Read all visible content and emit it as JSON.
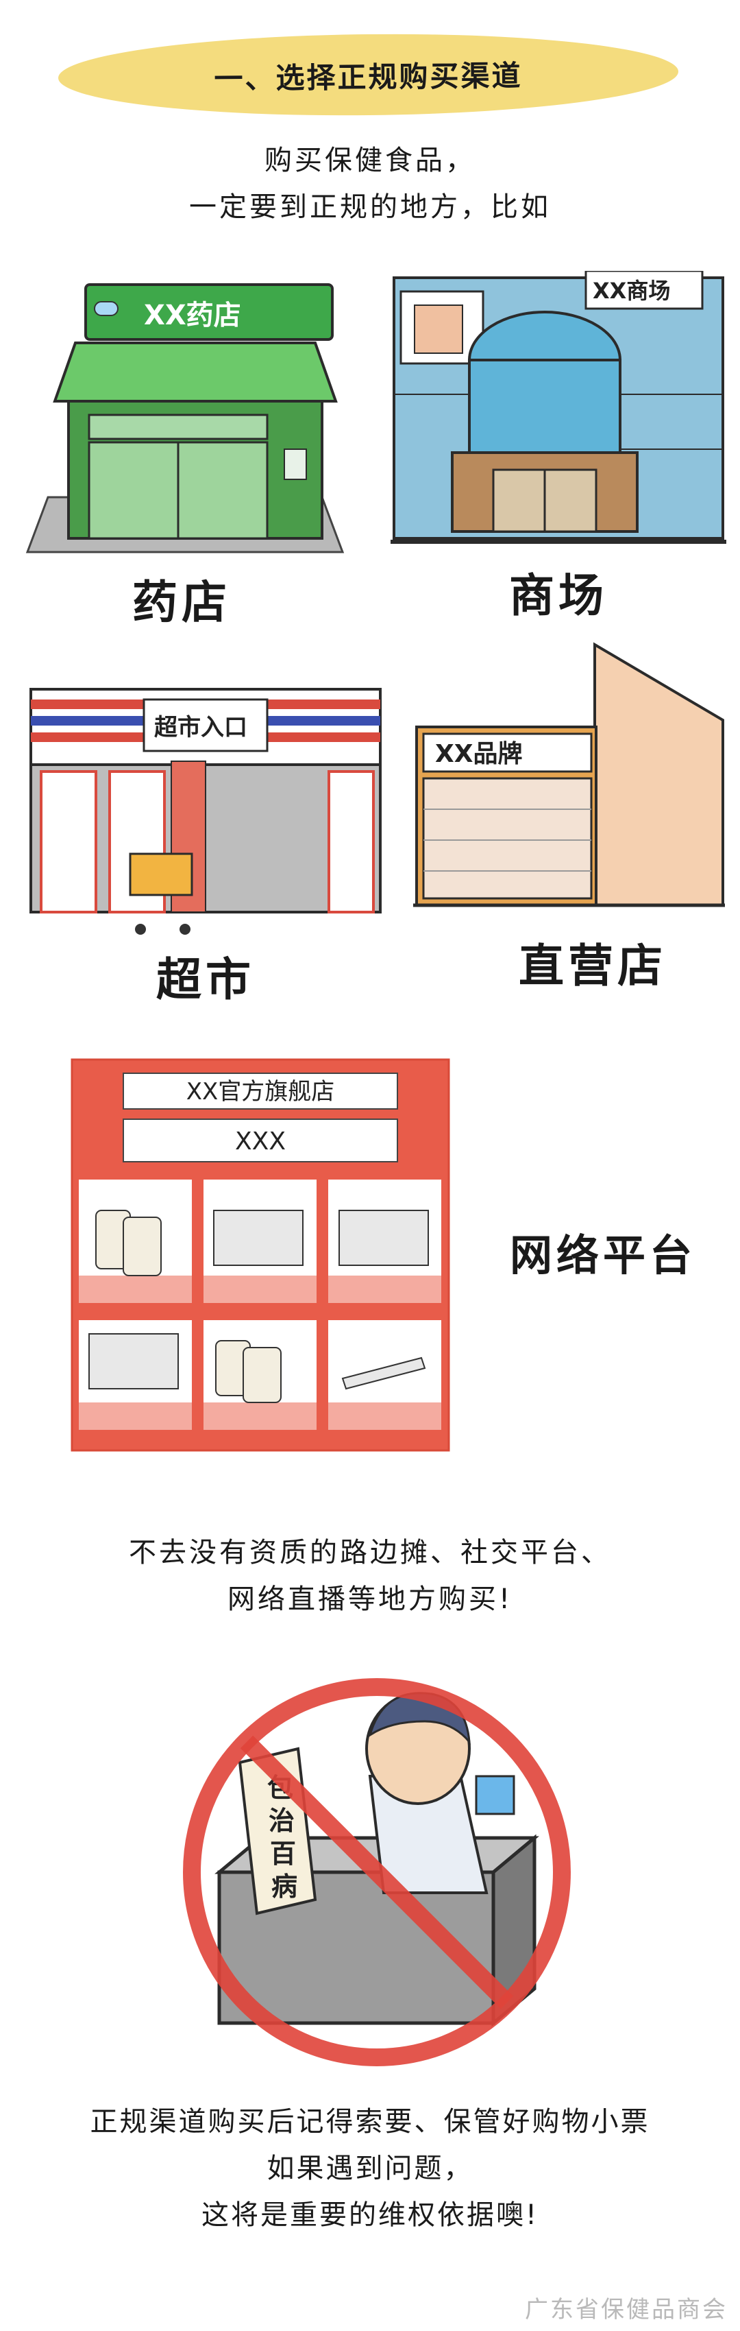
{
  "section_title": "一、选择正规购买渠道",
  "intro": {
    "line1": "购买保健食品，",
    "line2": "一定要到正规的地方，比如"
  },
  "channels": {
    "pharmacy": {
      "sign": "XX药店",
      "label": "药店"
    },
    "mall": {
      "sign": "XX商场",
      "label": "商场"
    },
    "supermarket": {
      "sign": "超市入口",
      "label": "超市"
    },
    "direct_store": {
      "sign": "XX品牌",
      "label": "直营店"
    },
    "online": {
      "header1": "XX官方旗舰店",
      "header2": "XXX",
      "label": "网络平台"
    }
  },
  "warning": {
    "line1": "不去没有资质的路边摊、社交平台、",
    "line2": "网络直播等地方购买!",
    "placard": [
      "包",
      "治",
      "百",
      "病"
    ]
  },
  "closing": {
    "line1": "正规渠道购买后记得索要、保管好购物小票",
    "line2": "如果遇到问题，",
    "line3": "这将是重要的维权依据噢!"
  },
  "watermark": "广东省保健品商会",
  "colors": {
    "banner": "#f4dc7e",
    "pharmacy_green": "#5cb85c",
    "online_red": "#e85c4a",
    "prohibit_red": "#e0443a"
  }
}
